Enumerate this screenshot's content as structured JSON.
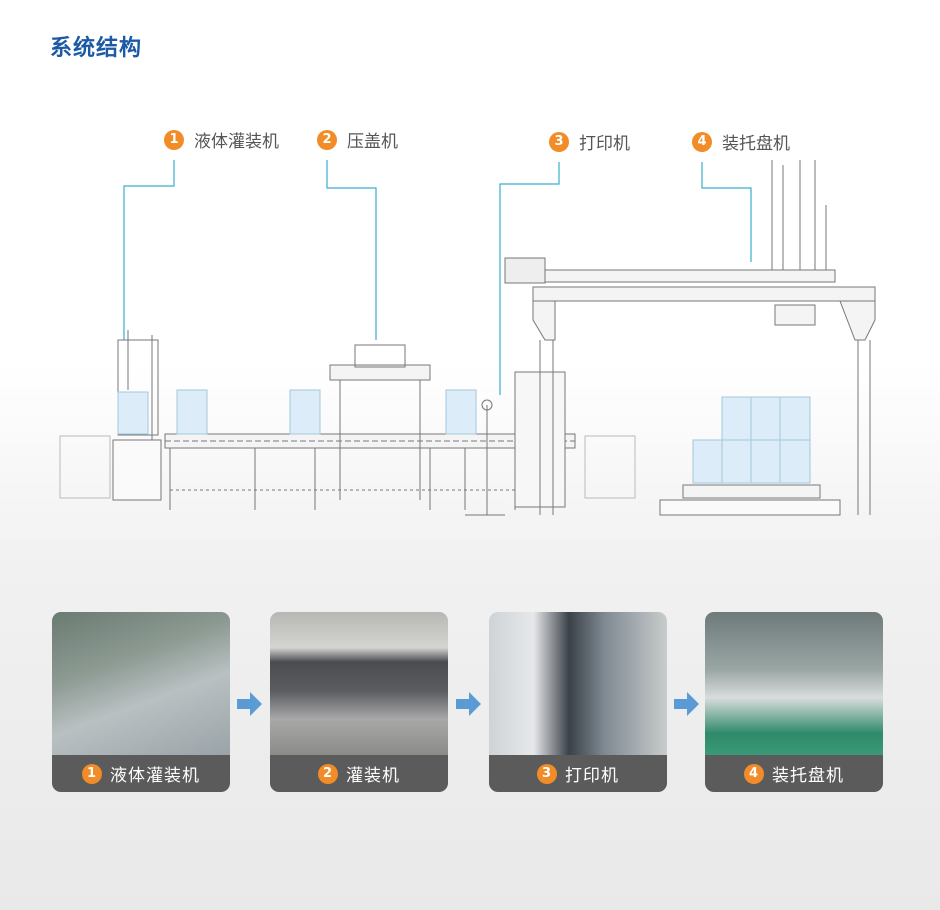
{
  "title": "系统结构",
  "diagram_labels": [
    {
      "num": "1",
      "text": "液体灌装机"
    },
    {
      "num": "2",
      "text": "压盖机"
    },
    {
      "num": "3",
      "text": "打印机"
    },
    {
      "num": "4",
      "text": "装托盘机"
    }
  ],
  "photos": [
    {
      "num": "1",
      "caption": "液体灌装机"
    },
    {
      "num": "2",
      "caption": "灌装机"
    },
    {
      "num": "3",
      "caption": "打印机"
    },
    {
      "num": "4",
      "caption": "装托盘机"
    }
  ],
  "colors": {
    "title": "#1d5aa6",
    "badge": "#f28c28",
    "leader": "#3aaed0",
    "arrow": "#5b9bd5",
    "caption_bg": "#5b5b5b"
  }
}
